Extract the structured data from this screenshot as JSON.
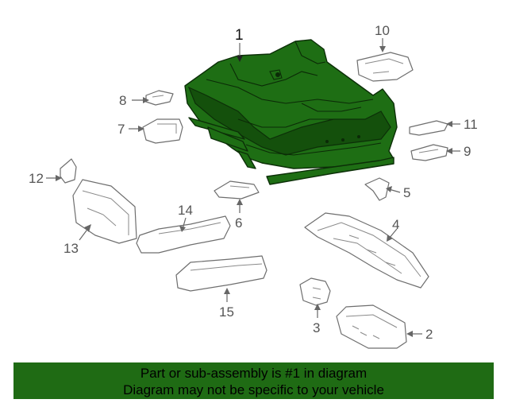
{
  "callouts": {
    "c1": "1",
    "c2": "2",
    "c3": "3",
    "c4": "4",
    "c5": "5",
    "c6": "6",
    "c7": "7",
    "c8": "8",
    "c9": "9",
    "c10": "10",
    "c11": "11",
    "c12": "12",
    "c13": "13",
    "c14": "14",
    "c15": "15"
  },
  "banner": {
    "line1": "Part or sub-assembly is #1 in diagram",
    "line2": "Diagram may not be specific to your vehicle"
  },
  "colors": {
    "highlight": "#1e6e14",
    "banner": "#1f6b14",
    "outline": "#6e6e6e"
  }
}
